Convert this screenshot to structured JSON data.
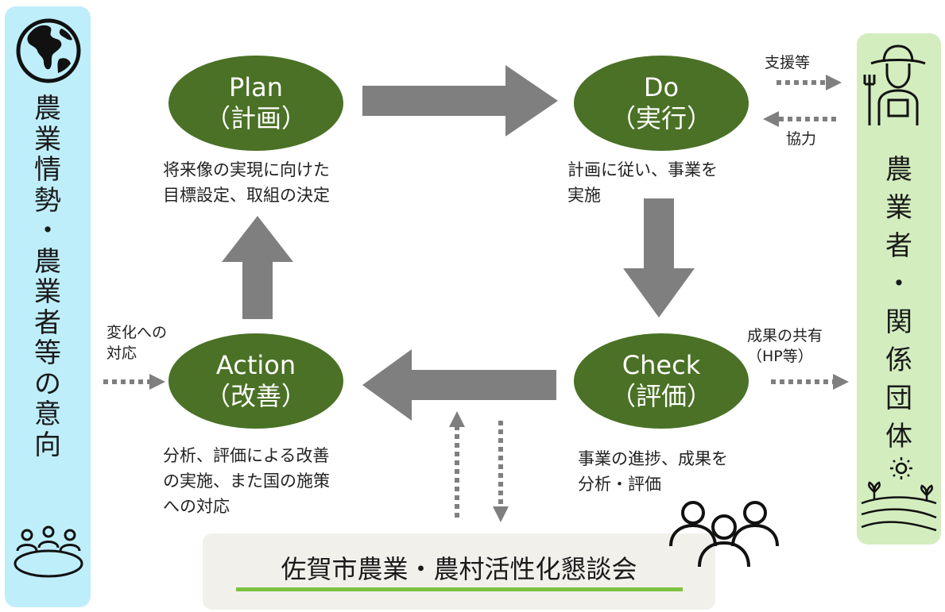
{
  "left_panel": {
    "vertical_text": [
      "農",
      "業",
      "情",
      "勢",
      "・",
      "農",
      "業",
      "者",
      "等",
      "の",
      "意",
      "向"
    ],
    "globe_icon": "globe-icon",
    "meeting_icon": "meeting-table-icon",
    "bg_color": "#bfeefb"
  },
  "right_panel": {
    "vertical_text": [
      "農",
      "業",
      "者",
      "・",
      "関",
      "係",
      "団",
      "体"
    ],
    "farmer_icon": "farmer-icon",
    "field_icon": "field-sun-icon",
    "bg_color": "#d3edbf"
  },
  "plan": {
    "en": "Plan",
    "jp": "（計画）",
    "desc": [
      "将来像の実現に向けた",
      "目標設定、取組の決定"
    ]
  },
  "do": {
    "en": "Do",
    "jp": "（実行）",
    "desc": [
      "計画に従い、事業を",
      "実施"
    ]
  },
  "check": {
    "en": "Check",
    "jp": "（評価）",
    "desc": [
      "事業の進捗、成果を",
      "分析・評価"
    ]
  },
  "action": {
    "en": "Action",
    "jp": "（改善）",
    "desc": [
      "分析、評価による改善",
      "の実施、また国の施策",
      "への対応"
    ]
  },
  "notes": {
    "support": "支援等",
    "cooperation": "協力",
    "results_share": [
      "成果の共有",
      "（HP等）"
    ],
    "change_response": [
      "変化への",
      "対応"
    ]
  },
  "council": {
    "label": "佐賀市農業・農村活性化懇談会",
    "people_icon": "people-group-icon"
  },
  "colors": {
    "ellipse": "#4a7125",
    "arrow": "#7f7f7f",
    "underline": "#7dc241",
    "council_bg": "#f2f0eb"
  }
}
